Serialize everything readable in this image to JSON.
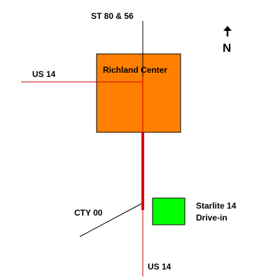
{
  "colors": {
    "background": "#ffffff",
    "city_fill": "#ff8000",
    "drive_in_fill": "#00ff00",
    "road_black": "#000000",
    "road_red": "#cc0000",
    "highlight_route": "#dd0000"
  },
  "labels": {
    "north_road": "ST 80 & 56",
    "west_road": "US 14",
    "south_road": "US 14",
    "county_road": "CTY 00",
    "city": "Richland Center",
    "drive_in_line1": "Starlite 14",
    "drive_in_line2": "Drive-in",
    "north": "N"
  },
  "icons": {
    "north_arrow": "arrow-up-icon"
  }
}
